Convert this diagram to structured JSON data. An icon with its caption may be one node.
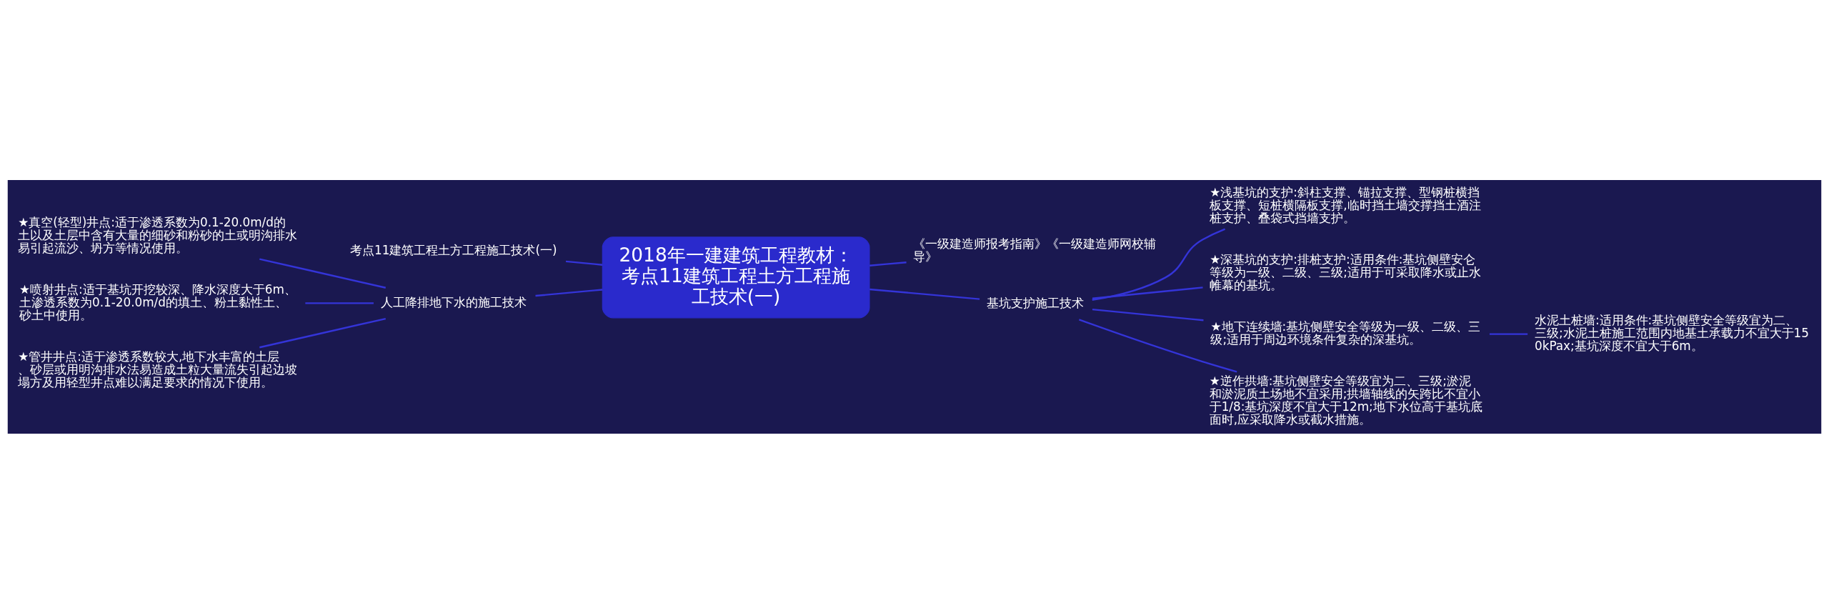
{
  "diagram": {
    "nodes": [
      {
        "text": [
          "2018年一建建筑工程教材：考点11建筑工程土方工程施工技术(一)"
        ]
      },
      {
        "text": [
          "考点11建筑工程土方工程施工技术(一)"
        ]
      },
      {
        "text": [
          "人工降排地下水的施工技术"
        ]
      },
      {
        "text": [
          "★真空(轻型)井点:适于渗透系数为0.1-20.0m/d的土以及土层中含有大量的细砂和粉砂的土或明沟排水易引起流沙、坍方等情况使用。"
        ]
      },
      {
        "text": [
          "★喷射井点:适于基坑开挖较深、降水深度大于6m、土渗透系数为0.1-20.0m/d的填土、粉土黏性土、砂土中使用。"
        ]
      },
      {
        "text": [
          "★管井井点:适于渗透系数较大,地下水丰富的土层、砂层或用明沟排水法易造成土粒大量流失引起边坡塌方及用轻型井点难以满足要求的情况下使用。"
        ]
      },
      {
        "text": [
          "《一级建造师报考指南》《一级建造师网校辅导》"
        ]
      },
      {
        "text": [
          "基坑支护施工技术"
        ]
      },
      {
        "text": [
          "★浅基坑的支护:斜柱支撑、锚拉支撑、型钢桩横挡板支撑、短桩横隔板支撑,临时挡土墙交撑挡土酒注桩支护、叠袋式挡墙支护。"
        ]
      },
      {
        "text": [
          "★深基坑的支护:排桩支护:适用条件:基坑侧壁安仑等级为一级、二级、三级;适用于可采取降水或止水帷幕的基坑。"
        ]
      },
      {
        "text": [
          "★地下连续墙:基坑侧壁安全等级为一级、二级、三级;适用于周边环境条件复杂的深基坑。"
        ]
      },
      {
        "text": [
          "★逆作拱墙:基坑侧壁安全等级宜为二、三级;淤泥和淤泥质土场地不宜采用;拱墙轴线的矢跨比不宜小于1/8:基坑深度不宜大于12m;地下水位高于基坑底面时,应采取降水或截水措施。"
        ]
      },
      {
        "text": [
          "水泥土桩墙:适用条件:基坑侧壁安全等级宜为二、三级;水泥土桩施工范围内地基土承载力不宜大于150kPax;基坑深度不宜大于6m。"
        ]
      }
    ],
    "edges": [
      {
        "from": 0,
        "to": 1,
        "arrow": "none"
      },
      {
        "from": 0,
        "to": 2,
        "arrow": "none"
      },
      {
        "from": 2,
        "to": 3,
        "arrow": "none"
      },
      {
        "from": 2,
        "to": 4,
        "arrow": "none"
      },
      {
        "from": 2,
        "to": 5,
        "arrow": "none"
      },
      {
        "from": 0,
        "to": 6,
        "arrow": "none"
      },
      {
        "from": 0,
        "to": 7,
        "arrow": "none"
      },
      {
        "from": 7,
        "to": 8,
        "arrow": "none"
      },
      {
        "from": 7,
        "to": 9,
        "arrow": "none"
      },
      {
        "from": 7,
        "to": 10,
        "arrow": "none"
      },
      {
        "from": 7,
        "to": 11,
        "arrow": "none"
      },
      {
        "from": 10,
        "to": 12,
        "arrow": "none"
      }
    ]
  }
}
